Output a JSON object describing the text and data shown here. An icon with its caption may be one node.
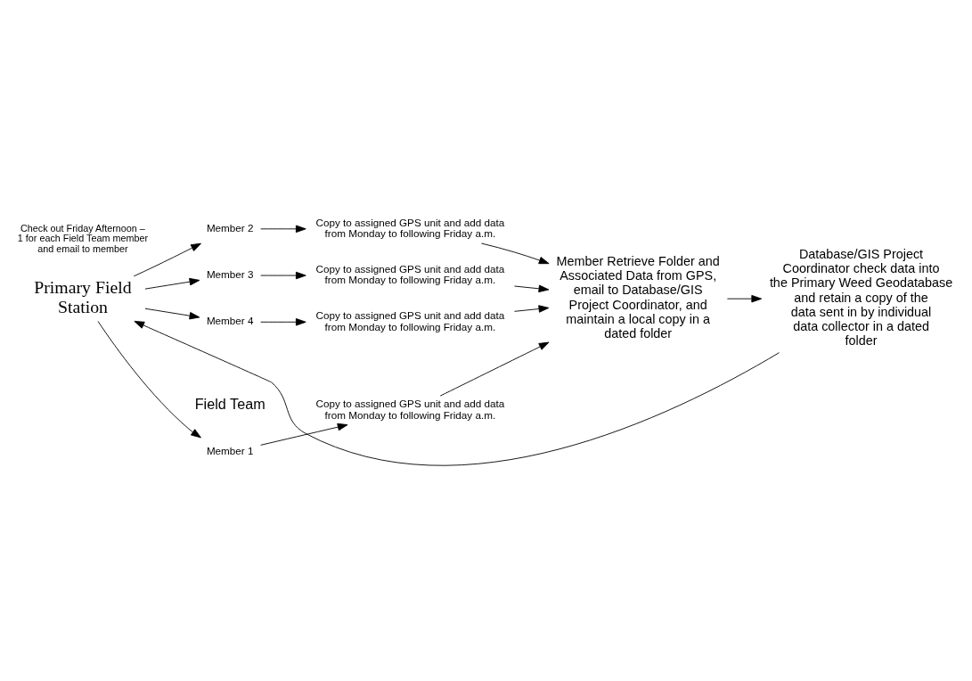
{
  "diagram": {
    "nodes": [
      {
        "text": [
          "Primary Field Station"
        ]
      },
      {
        "text": [
          "Member 1"
        ]
      },
      {
        "text": [
          "Member 2"
        ]
      },
      {
        "text": [
          "Member 3"
        ]
      },
      {
        "text": [
          "Member 4"
        ]
      },
      {
        "text": [
          "Copy to assigned GPS unit and add data from Monday to following Friday a.m."
        ]
      },
      {
        "text": [
          "Copy to assigned GPS unit and add data from Monday to following Friday a.m."
        ]
      },
      {
        "text": [
          "Copy to assigned GPS unit and add data from Monday to following Friday a.m."
        ]
      },
      {
        "text": [
          "Copy to assigned GPS unit and add data from Monday to following Friday a.m."
        ]
      },
      {
        "text": [
          "Member Retrieve Folder and Associated Data from GPS, email to Database/GIS Project Coordinator, and maintain a local copy in a dated folder"
        ]
      },
      {
        "text": [
          "Database/GIS Project Coordinator check data into the Primary Weed Geodatabase and retain a copy of the data sent in by individual data collector in a dated folder"
        ]
      }
    ],
    "edges": [
      {
        "from": 0,
        "to": 1,
        "arrow": "to"
      },
      {
        "from": 0,
        "to": 2,
        "arrow": "to"
      },
      {
        "from": 0,
        "to": 3,
        "arrow": "to"
      },
      {
        "from": 0,
        "to": 4,
        "arrow": "to"
      },
      {
        "from": 1,
        "to": 5,
        "arrow": "to"
      },
      {
        "from": 2,
        "to": 6,
        "arrow": "to"
      },
      {
        "from": 3,
        "to": 7,
        "arrow": "to"
      },
      {
        "from": 4,
        "to": 8,
        "arrow": "to"
      },
      {
        "from": 5,
        "to": 9,
        "arrow": "to"
      },
      {
        "from": 6,
        "to": 9,
        "arrow": "to"
      },
      {
        "from": 7,
        "to": 9,
        "arrow": "to"
      },
      {
        "from": 8,
        "to": 9,
        "arrow": "to"
      },
      {
        "from": 9,
        "to": 10,
        "arrow": "to"
      },
      {
        "from": 10,
        "to": 0,
        "arrow": "to"
      }
    ],
    "labels": [
      "Field Team",
      "Check out Friday Afternoon – 1 for each Field Team member and email to member"
    ]
  }
}
